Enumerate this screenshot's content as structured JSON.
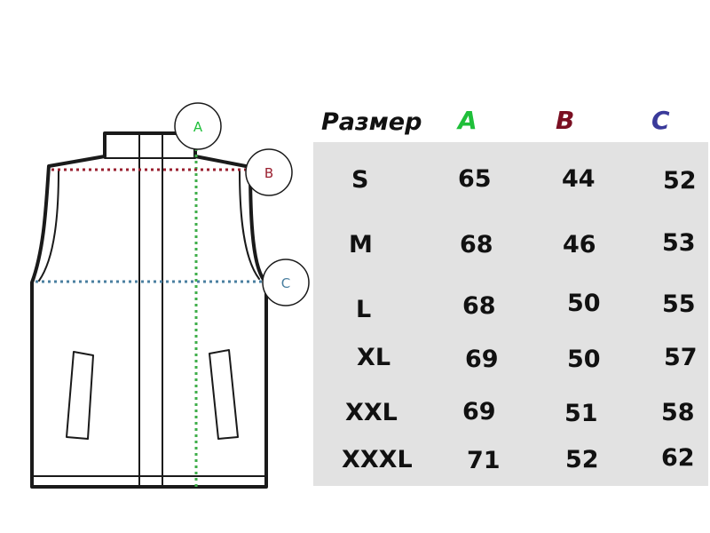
{
  "colors": {
    "a": "#1fbf3a",
    "b": "#7a0f22",
    "c": "#3a3a9a",
    "a_line": "#3fae4a",
    "b_line": "#9a1f2f",
    "c_line": "#4a7fa0",
    "table_bg": "#e2e2e2",
    "outline": "#1a1a1a"
  },
  "diagram": {
    "label_a": "A",
    "label_b": "B",
    "label_c": "C",
    "icon": "vest-outline"
  },
  "table": {
    "header": {
      "size": "Размер",
      "a": "A",
      "b": "B",
      "c": "C"
    },
    "rows": [
      {
        "size": "S",
        "a": "65",
        "b": "44",
        "c": "52"
      },
      {
        "size": "M",
        "a": "68",
        "b": "46",
        "c": "53"
      },
      {
        "size": "L",
        "a": "68",
        "b": "50",
        "c": "55"
      },
      {
        "size": "XL",
        "a": "69",
        "b": "50",
        "c": "57"
      },
      {
        "size": "XXL",
        "a": "69",
        "b": "51",
        "c": "58"
      },
      {
        "size": "XXXL",
        "a": "71",
        "b": "52",
        "c": "62"
      }
    ]
  }
}
